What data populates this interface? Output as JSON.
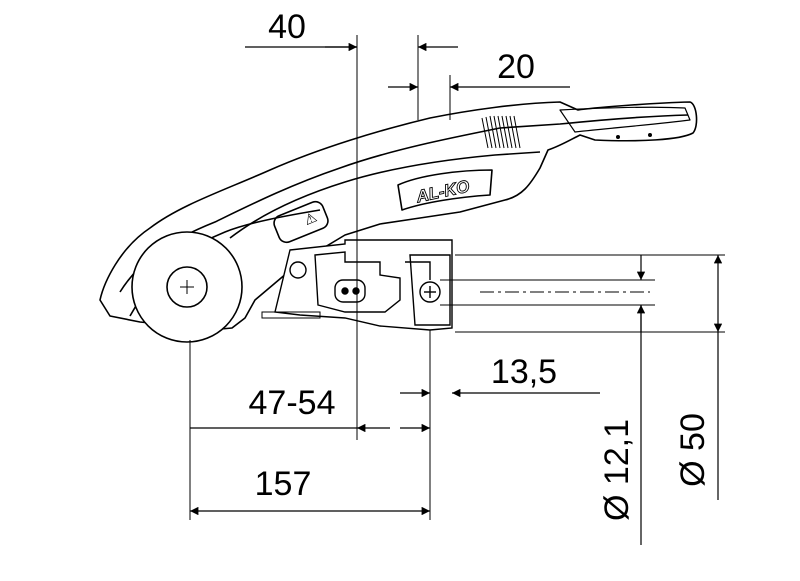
{
  "drawing": {
    "logo_text": "AL-KO",
    "warning_label": "⚠",
    "dimensions": {
      "top_width": "40",
      "top_small": "20",
      "offset": "13,5",
      "reach": "47-54",
      "overall_length": "157",
      "bolt_diameter": "Ø 12,1",
      "ball_diameter": "Ø 50"
    }
  },
  "colors": {
    "line": "#000000",
    "background": "#ffffff"
  }
}
